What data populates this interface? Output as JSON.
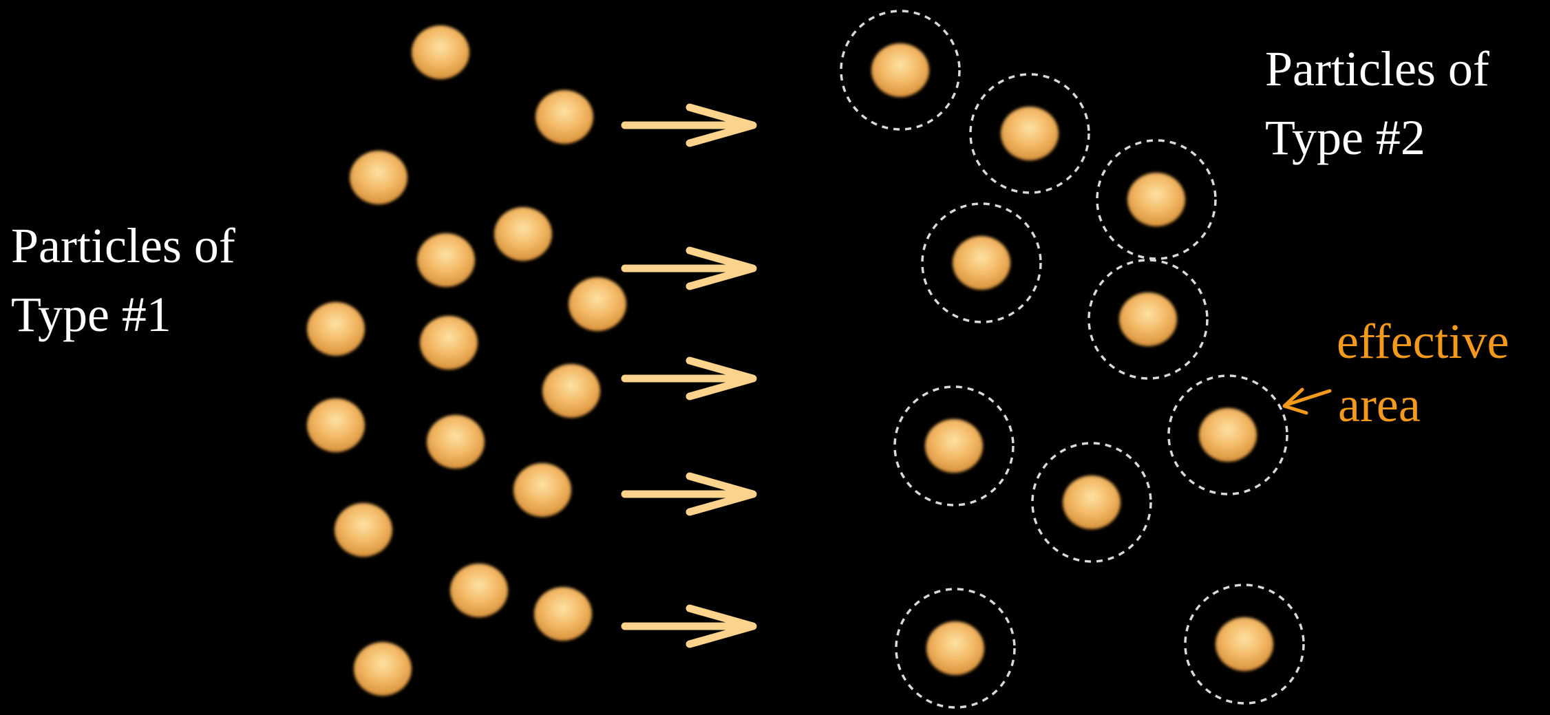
{
  "labels": {
    "type1": {
      "line1": "Particles of",
      "line2": "Type #1"
    },
    "type2": {
      "line1": "Particles of",
      "line2": "Type #2"
    },
    "effective": {
      "line1": "effective",
      "line2": "area"
    }
  },
  "colors": {
    "background": "#000000",
    "text": "#ffffff",
    "accent": "#f39a1c",
    "particle_center": "#fde2a4",
    "particle_mid": "#f3b865",
    "particle_edge": "#d8923b",
    "arrow": "#fcd38c",
    "dashed_circle": "#d9d9d9"
  },
  "icons": {
    "flow_arrow": "right-arrow-icon",
    "pointer_arrow": "left-arrow-icon"
  }
}
